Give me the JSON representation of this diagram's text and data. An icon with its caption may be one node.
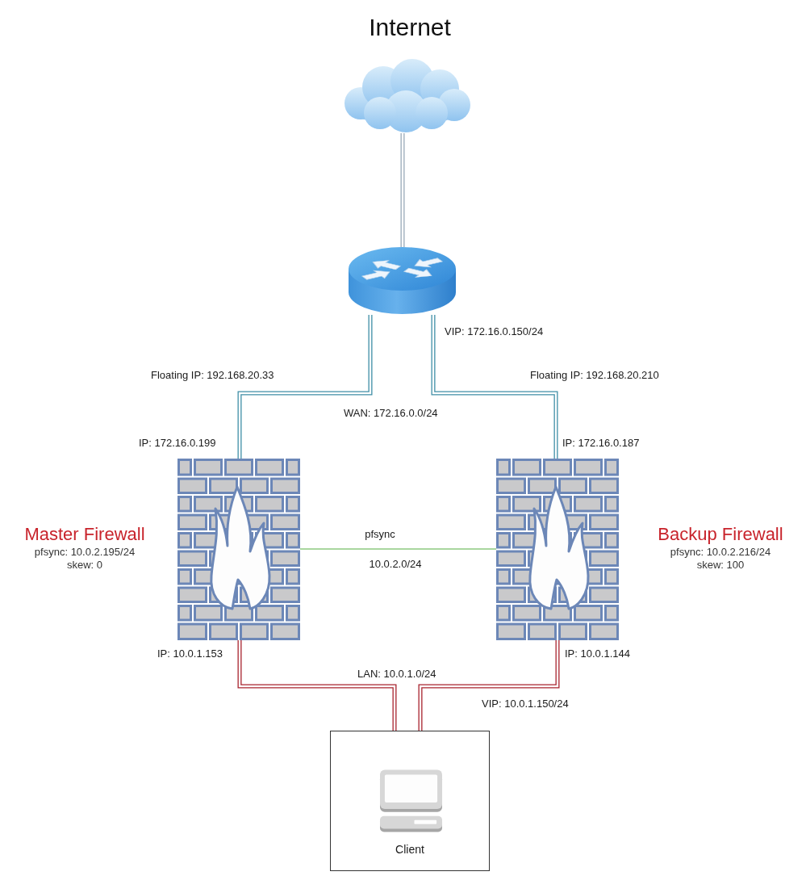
{
  "diagram": {
    "nodes": [
      {
        "text": [],
        "shape": "cloud",
        "beside": [
          "Internet"
        ]
      },
      {
        "text": [],
        "shape": "picture"
      },
      {
        "text": [],
        "shape": "picture",
        "beside": [
          "IP: 172.16.0.199",
          "Master Firewall",
          "pfsync: 10.0.2.195/24 skew: 0",
          "IP: 10.0.1.153"
        ]
      },
      {
        "text": [],
        "shape": "picture",
        "beside": [
          "IP: 172.16.0.187",
          "Backup Firewall",
          "pfsync: 10.0.2.216/24 skew: 100",
          "IP: 10.0.1.144"
        ]
      },
      {
        "text": [
          "Client"
        ]
      }
    ],
    "edges": [
      {
        "from": 0,
        "to": 1,
        "arrow": "none",
        "color": "#98a9b8"
      },
      {
        "from": 1,
        "to": 2,
        "arrow": "none"
      },
      {
        "from": 1,
        "to": 3,
        "arrow": "none"
      },
      {
        "from": 2,
        "to": 3,
        "arrow": "none",
        "color": "#8cc97f"
      },
      {
        "from": 2,
        "to": 4,
        "arrow": "none",
        "color": "#a8232e"
      },
      {
        "from": 3,
        "to": 4,
        "arrow": "none",
        "color": "#a8232e"
      }
    ],
    "labels": [
      "VIP: 172.16.0.150/24",
      "Floating IP: 192.168.20.33",
      "Floating IP: 192.168.20.210",
      "WAN: 172.16.0.0/24",
      "pfsync",
      "10.0.2.0/24",
      "LAN: 10.0.1.0/24",
      "VIP: 10.0.1.150/24"
    ]
  }
}
